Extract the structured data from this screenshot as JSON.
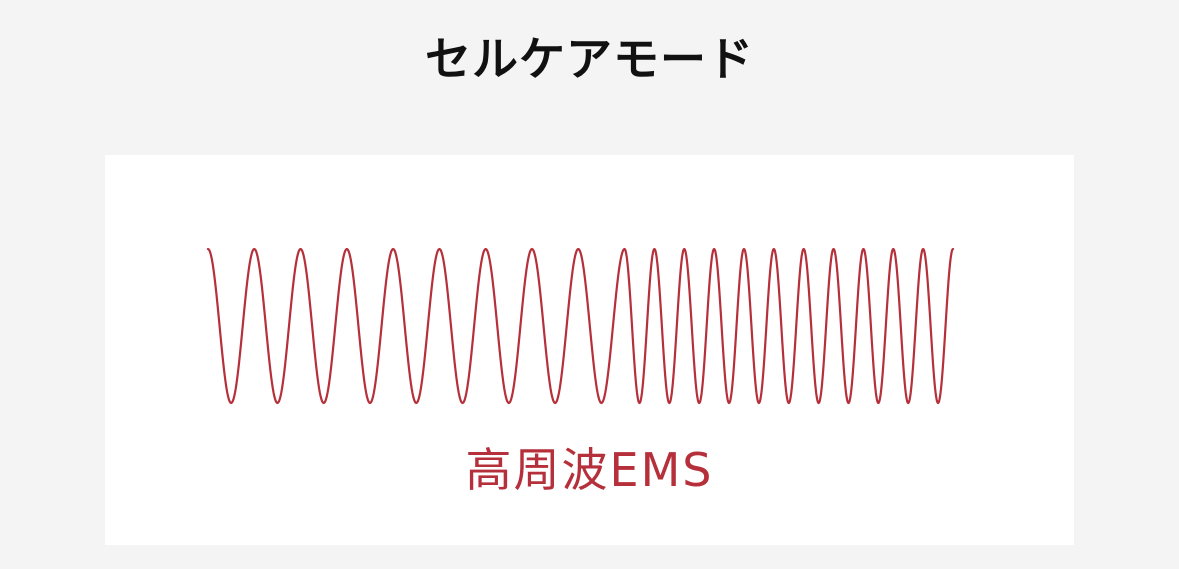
{
  "title": "セルケアモード",
  "wave_label": "高周波EMS",
  "colors": {
    "wave": "#b5303a",
    "label": "#b5303a",
    "background": "#f4f4f4",
    "panel": "#ffffff",
    "title": "#111111"
  },
  "waveform": {
    "segments": [
      {
        "cycles": 9
      },
      {
        "cycles": 11
      }
    ],
    "start_phase": "crest",
    "end_phase": "crest"
  }
}
